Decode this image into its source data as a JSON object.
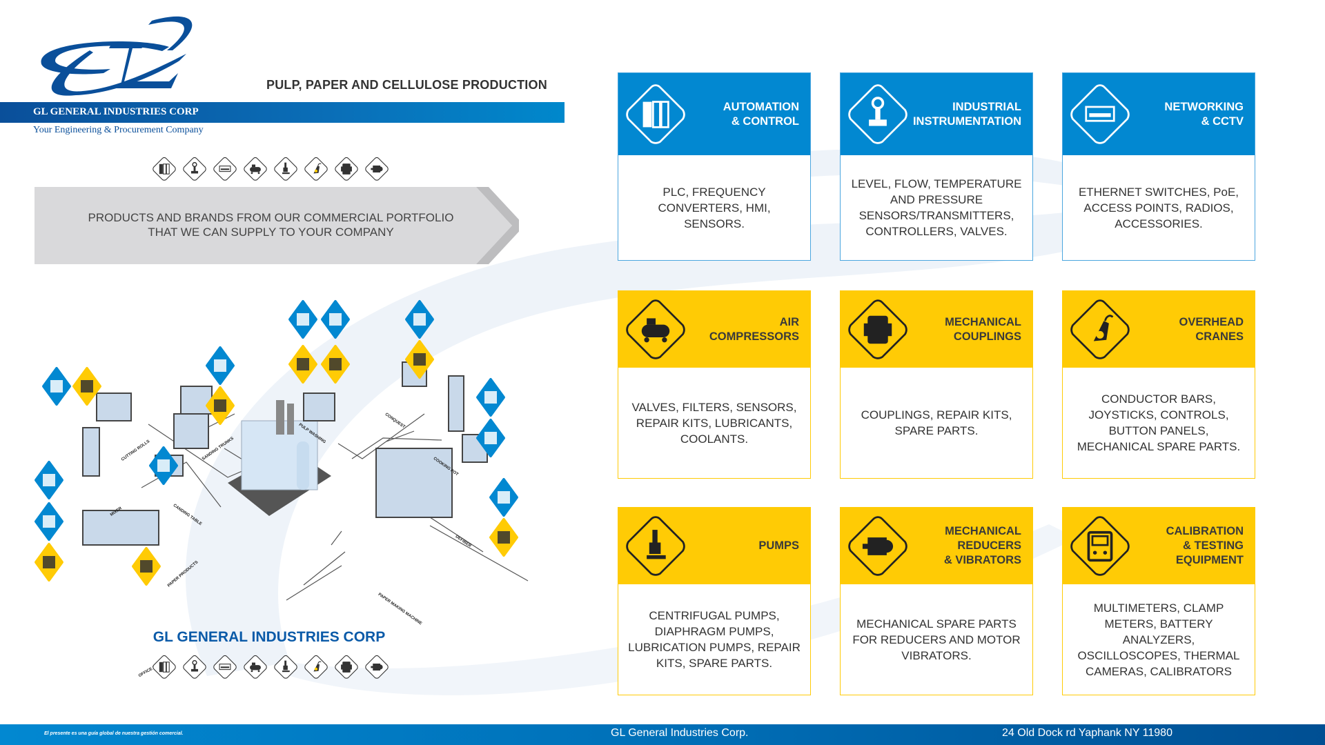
{
  "header": {
    "logo_text": "GL",
    "company_name": "GL GENERAL INDUSTRIES CORP",
    "tagline": "Your Engineering & Procurement Company",
    "title": "PULP, PAPER AND CELLULOSE PRODUCTION"
  },
  "portfolio_banner": {
    "line1": "PRODUCTS AND BRANDS FROM OUR COMMERCIAL PORTFOLIO",
    "line2": "THAT WE CAN SUPPLY TO YOUR COMPANY"
  },
  "category_icons": [
    "automation-icon",
    "instrumentation-icon",
    "networking-icon",
    "compressor-icon",
    "pump-icon",
    "crane-icon",
    "coupling-icon",
    "reducer-icon"
  ],
  "diagram": {
    "labels": [
      "CUTTING ROLLS",
      "SANDING TRUNKS",
      "PULP WASHING",
      "CONQUEST",
      "COOKING POT",
      "MIXER",
      "CANDING TABLE",
      "PAPER PRODUCTS",
      "DEFIBER",
      "PAPER MAKING MACHINE",
      "OFFICE PAPER"
    ]
  },
  "bottom_company": "GL GENERAL INDUSTRIES CORP",
  "cards": [
    {
      "title_lines": [
        "AUTOMATION",
        "& CONTROL"
      ],
      "body": "PLC, FREQUENCY CONVERTERS, HMI, SENSORS.",
      "color": "blue",
      "icon": "automation-icon"
    },
    {
      "title_lines": [
        "INDUSTRIAL",
        "INSTRUMENTATION"
      ],
      "body": "LEVEL, FLOW, TEMPERATURE AND PRESSURE SENSORS/TRANSMITTERS, CONTROLLERS, VALVES.",
      "color": "blue",
      "icon": "instrumentation-icon"
    },
    {
      "title_lines": [
        "NETWORKING",
        "& CCTV"
      ],
      "body": "ETHERNET SWITCHES, PoE, ACCESS POINTS, RADIOS, ACCESSORIES.",
      "color": "blue",
      "icon": "networking-icon"
    },
    {
      "title_lines": [
        "AIR",
        "COMPRESSORS"
      ],
      "body": "VALVES, FILTERS, SENSORS, REPAIR KITS, LUBRICANTS, COOLANTS.",
      "color": "yellow",
      "icon": "compressor-icon"
    },
    {
      "title_lines": [
        "MECHANICAL",
        "COUPLINGS"
      ],
      "body": "COUPLINGS, REPAIR KITS, SPARE PARTS.",
      "color": "yellow",
      "icon": "coupling-icon"
    },
    {
      "title_lines": [
        "OVERHEAD",
        "CRANES"
      ],
      "body": "CONDUCTOR BARS, JOYSTICKS, CONTROLS, BUTTON PANELS, MECHANICAL SPARE PARTS.",
      "color": "yellow",
      "icon": "crane-icon"
    },
    {
      "title_lines": [
        "PUMPS"
      ],
      "body": "CENTRIFUGAL PUMPS, DIAPHRAGM PUMPS, LUBRICATION PUMPS, REPAIR KITS, SPARE PARTS.",
      "color": "yellow",
      "icon": "pump-icon"
    },
    {
      "title_lines": [
        "MECHANICAL",
        "REDUCERS",
        "& VIBRATORS"
      ],
      "body": "MECHANICAL SPARE PARTS FOR REDUCERS AND MOTOR VIBRATORS.",
      "color": "yellow",
      "icon": "reducer-icon"
    },
    {
      "title_lines": [
        "CALIBRATION",
        "& TESTING",
        "EQUIPMENT"
      ],
      "body": "MULTIMETERS, CLAMP METERS, BATTERY ANALYZERS, OSCILLOSCOPES, THERMAL CAMERAS, CALIBRATORS",
      "color": "yellow",
      "icon": "calibration-icon"
    }
  ],
  "footer": {
    "note": "El presente es una guía global de nuestra  gestión comercial.",
    "company": "GL General Industries Corp.",
    "address": "24 Old Dock rd Yaphank NY 11980"
  },
  "colors": {
    "blue": "#0288d1",
    "yellow": "#ffcb05",
    "navy": "#0a4f9a",
    "gray": "#d9d9db"
  }
}
